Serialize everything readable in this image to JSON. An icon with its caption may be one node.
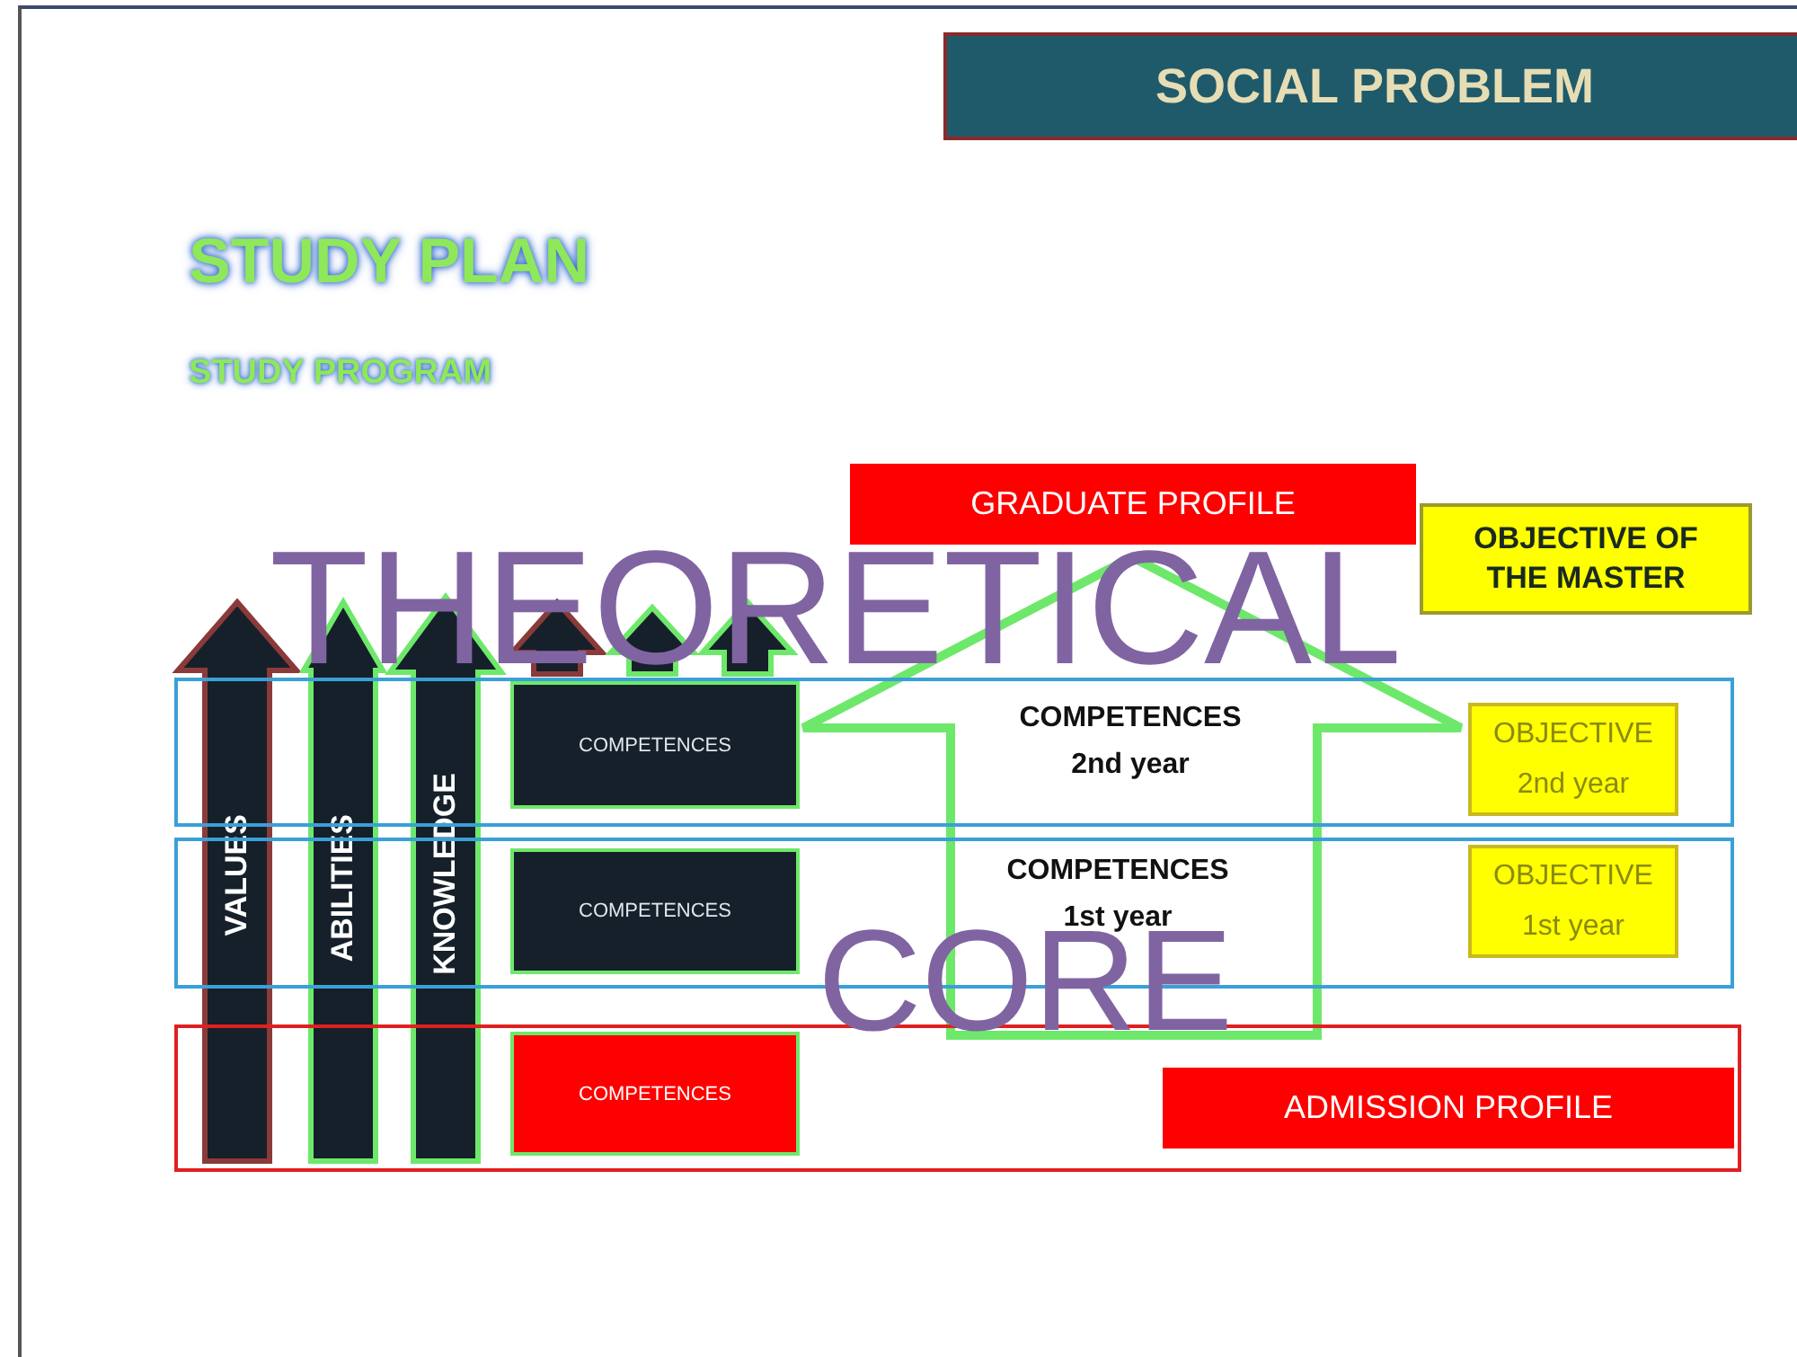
{
  "diagram": {
    "nodes": [
      {
        "text": [
          "SOCIAL PROBLEM"
        ]
      },
      {
        "text": [
          "GRADUATE PROFILE"
        ]
      },
      {
        "text": [
          "OBJECTIVE OF THE MASTER"
        ]
      },
      {
        "text": [
          "COMPETENCES 2nd year"
        ]
      },
      {
        "text": [
          "OBJECTIVE 2nd year"
        ],
        "in": 3
      },
      {
        "text": [
          "COMPETENCES 1st year"
        ]
      },
      {
        "text": [
          "OBJECTIVE 1st year"
        ],
        "in": 5
      },
      {
        "text": [],
        "shape": "box"
      },
      {
        "text": [
          "ADMISSION PROFILE"
        ],
        "in": 7
      },
      {
        "text": [
          "VALUES"
        ]
      },
      {
        "text": [
          "ABILITIES"
        ]
      },
      {
        "text": [
          "KNOWLEDGE"
        ]
      },
      {
        "text": [],
        "shape": "arrow"
      },
      {
        "text": [],
        "shape": "arrow"
      },
      {
        "text": [],
        "shape": "arrow"
      },
      {
        "text": [
          "COMPETENCES"
        ],
        "in": 3
      },
      {
        "text": [
          "COMPETENCES"
        ],
        "in": 5
      },
      {
        "text": [
          "COMPETENCES"
        ],
        "in": 7
      },
      {
        "text": [],
        "shape": "arrow"
      }
    ],
    "labels": [
      "STUDY PLAN",
      "STUDY PROGRAM",
      "THEORETICAL",
      "CORE"
    ]
  }
}
